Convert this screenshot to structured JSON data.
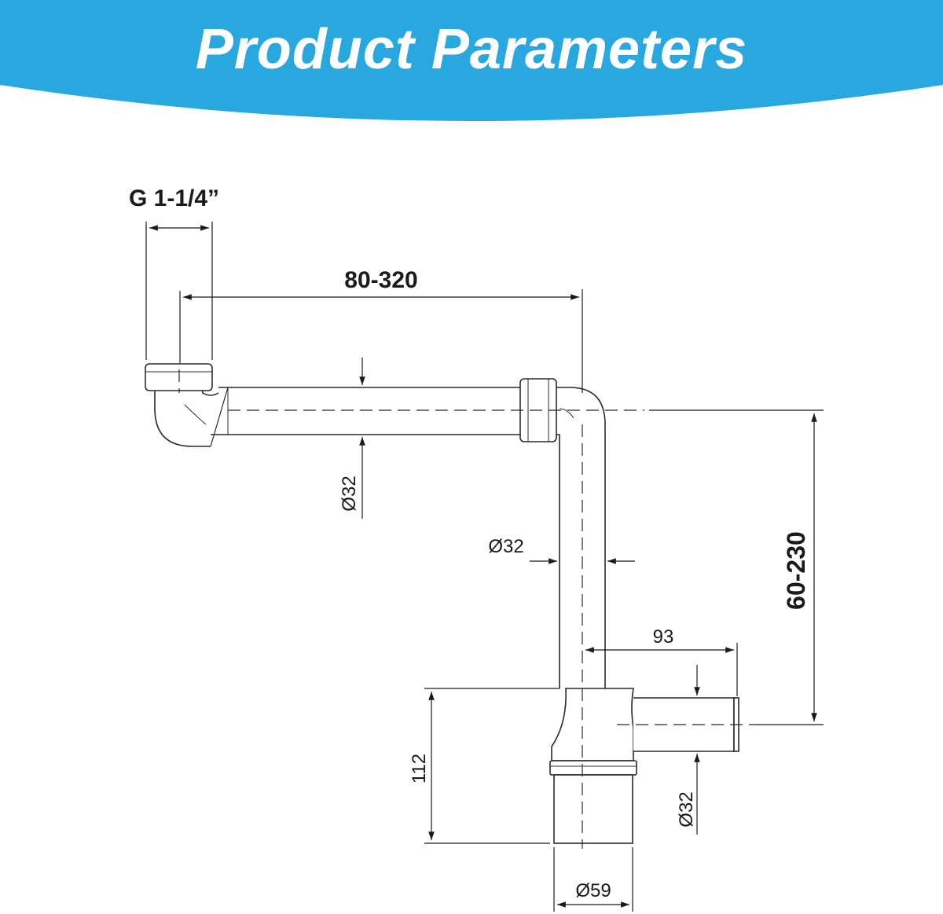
{
  "header": {
    "title": "Product Parameters",
    "background_color": "#29a8e0",
    "text_color": "#ffffff"
  },
  "dimensions": {
    "thread": "G 1-1/4”",
    "horizontal_length": "80-320",
    "horizontal_pipe_diameter": "Ø32",
    "vertical_pipe_diameter": "Ø32",
    "drop_height": "60-230",
    "outlet_offset": "93",
    "bottle_height": "112",
    "outlet_diameter": "Ø32",
    "bottle_diameter": "Ø59"
  }
}
